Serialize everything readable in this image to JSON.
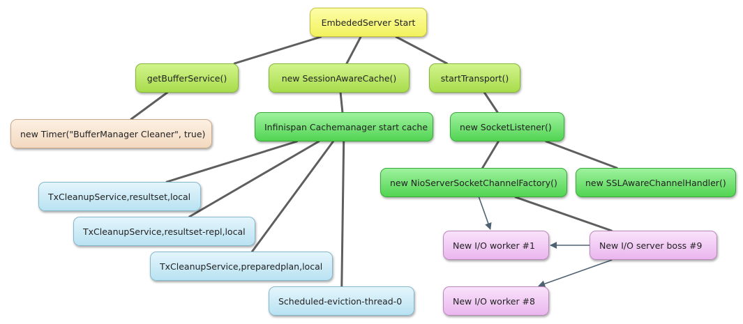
{
  "nodes": {
    "embedded_server_start": "EmbededServer Start",
    "get_buffer_service": "getBufferService()",
    "new_session_aware_cache": "new SessionAwareCache()",
    "start_transport": "startTransport()",
    "new_timer": "new Timer(\"BufferManager Cleaner\", true)",
    "infinispan_cachemanager": "Infinispan Cachemanager start cache",
    "new_socket_listener": "new SocketListener()",
    "tx_cleanup_resultset_local": "TxCleanupService,resultset,local",
    "tx_cleanup_resultset_repl_local": "TxCleanupService,resultset-repl,local",
    "tx_cleanup_preparedplan_local": "TxCleanupService,preparedplan,local",
    "scheduled_eviction_thread": "Scheduled-eviction-thread-0",
    "nio_server_socket_channel_factory": "new NioServerSocketChannelFactory()",
    "ssl_aware_channel_handler": "new SSLAwareChannelHandler()",
    "io_worker_1": "New I/O worker #1",
    "io_server_boss_9": "New I/O server boss #9",
    "io_worker_8": "New I/O worker #8"
  },
  "edges": [
    {
      "from": "embedded_server_start",
      "to": "get_buffer_service",
      "arrow": false
    },
    {
      "from": "embedded_server_start",
      "to": "new_session_aware_cache",
      "arrow": false
    },
    {
      "from": "embedded_server_start",
      "to": "start_transport",
      "arrow": false
    },
    {
      "from": "get_buffer_service",
      "to": "new_timer",
      "arrow": false
    },
    {
      "from": "new_session_aware_cache",
      "to": "infinispan_cachemanager",
      "arrow": false
    },
    {
      "from": "start_transport",
      "to": "new_socket_listener",
      "arrow": false
    },
    {
      "from": "infinispan_cachemanager",
      "to": "tx_cleanup_resultset_local",
      "arrow": false
    },
    {
      "from": "infinispan_cachemanager",
      "to": "tx_cleanup_resultset_repl_local",
      "arrow": false
    },
    {
      "from": "infinispan_cachemanager",
      "to": "tx_cleanup_preparedplan_local",
      "arrow": false
    },
    {
      "from": "infinispan_cachemanager",
      "to": "scheduled_eviction_thread",
      "arrow": false
    },
    {
      "from": "new_socket_listener",
      "to": "nio_server_socket_channel_factory",
      "arrow": false
    },
    {
      "from": "new_socket_listener",
      "to": "ssl_aware_channel_handler",
      "arrow": false
    },
    {
      "from": "nio_server_socket_channel_factory",
      "to": "io_server_boss_9",
      "arrow": false
    },
    {
      "from": "nio_server_socket_channel_factory",
      "to": "io_worker_1",
      "arrow": true
    },
    {
      "from": "io_server_boss_9",
      "to": "io_worker_1",
      "arrow": true
    },
    {
      "from": "io_server_boss_9",
      "to": "io_worker_8",
      "arrow": true
    }
  ],
  "colors": {
    "edge": "#5e5e5e",
    "arrow_edge": "#4f6272"
  }
}
